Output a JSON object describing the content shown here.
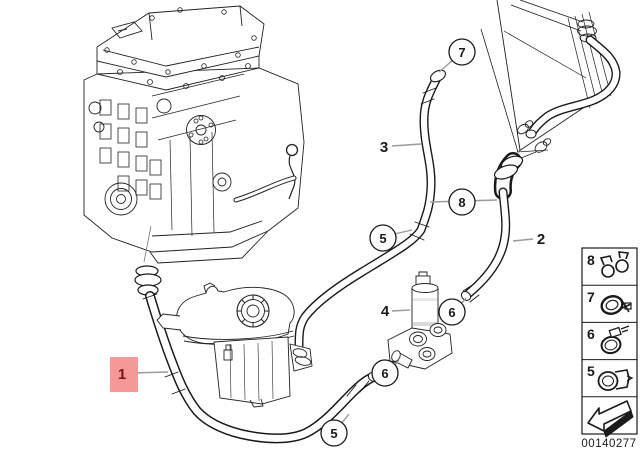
{
  "doc_number": "00140277",
  "colors": {
    "line": "#1a1a1a",
    "leader": "#9b9b9b",
    "highlight_bg": "#f59898",
    "highlight_text": "#7a1414"
  },
  "callouts": {
    "part1": "1",
    "part2": "2",
    "part3": "3",
    "part4": "4",
    "clamp5": "5",
    "clamp6": "6",
    "clamp7": "7",
    "clamp8": "8"
  },
  "legend": {
    "items": [
      {
        "label": "8",
        "icon": "ear-clamp-pair-icon"
      },
      {
        "label": "7",
        "icon": "spring-band-clamp-icon"
      },
      {
        "label": "6",
        "icon": "worm-drive-clamp-icon"
      },
      {
        "label": "5",
        "icon": "hose-coupling-clamp-icon"
      },
      {
        "label": "",
        "icon": "direction-arrow-icon"
      }
    ]
  }
}
